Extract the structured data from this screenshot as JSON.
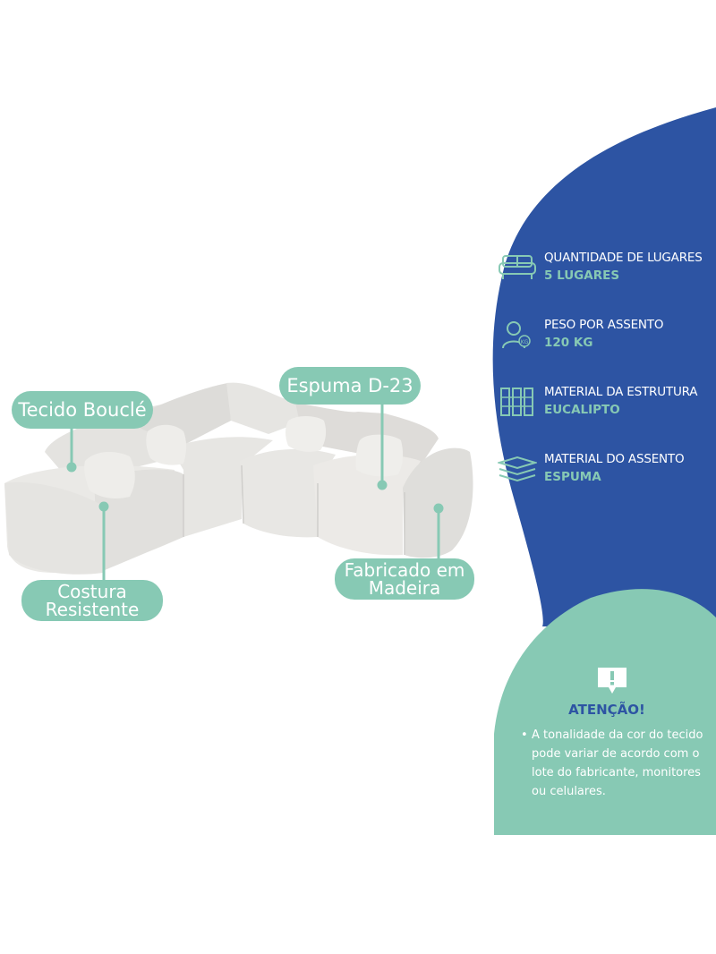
{
  "callouts": {
    "tecido": "Tecido Bouclé",
    "espuma": "Espuma D-23",
    "costura_line1": "Costura",
    "costura_line2": "Resistente",
    "fabricado_line1": "Fabricado em",
    "fabricado_line2": "Madeira"
  },
  "specs": [
    {
      "label": "QUANTIDADE DE LUGARES",
      "value": "5 LUGARES",
      "icon": "sofa-icon"
    },
    {
      "label": "PESO POR ASSENTO",
      "value": "120 KG",
      "icon": "weight-person-icon"
    },
    {
      "label": "MATERIAL DA ESTRUTURA",
      "value": "EUCALIPTO",
      "icon": "wood-structure-icon"
    },
    {
      "label": "MATERIAL DO ASSENTO",
      "value": "ESPUMA",
      "icon": "foam-layers-icon"
    }
  ],
  "attention": {
    "icon": "alert-speech-icon",
    "title": "ATENÇÃO!",
    "text": "A tonalidade da cor do tecido pode variar de acordo com o lote do fabricante, monitores ou celulares."
  },
  "colors": {
    "blue": "#2d54a3",
    "mint": "#87c9b4",
    "white": "#ffffff"
  }
}
